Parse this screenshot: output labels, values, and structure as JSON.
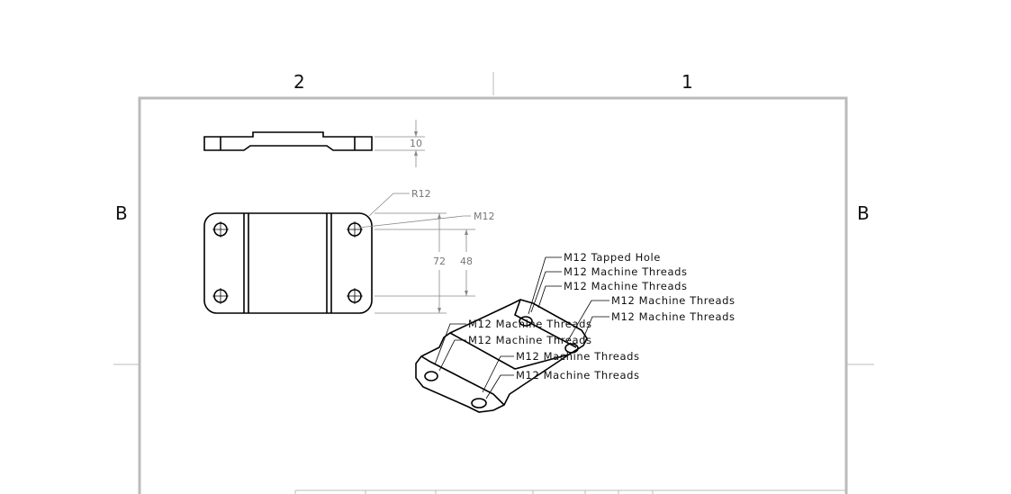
{
  "sheet": {
    "zones_top": [
      "2",
      "1"
    ],
    "zones_side": [
      "B",
      "B"
    ]
  },
  "dimensions": {
    "thickness": "10",
    "radius": "R12",
    "hole_size": "M12",
    "overall_height": "72",
    "hole_spacing": "48"
  },
  "callouts": [
    {
      "text": "M12 Tapped Hole",
      "overlap": "M12 Machine Threads"
    },
    {
      "text": "M12 Machine Threads"
    },
    {
      "text": "M12 Machine Threads"
    },
    {
      "text": "M12 Machine Threads"
    },
    {
      "text": "M12 Machine Threads"
    },
    {
      "text": "M12 Machine Threads"
    },
    {
      "text": "M12 Machine Threads"
    },
    {
      "text": "M12 Machine Threads"
    }
  ]
}
